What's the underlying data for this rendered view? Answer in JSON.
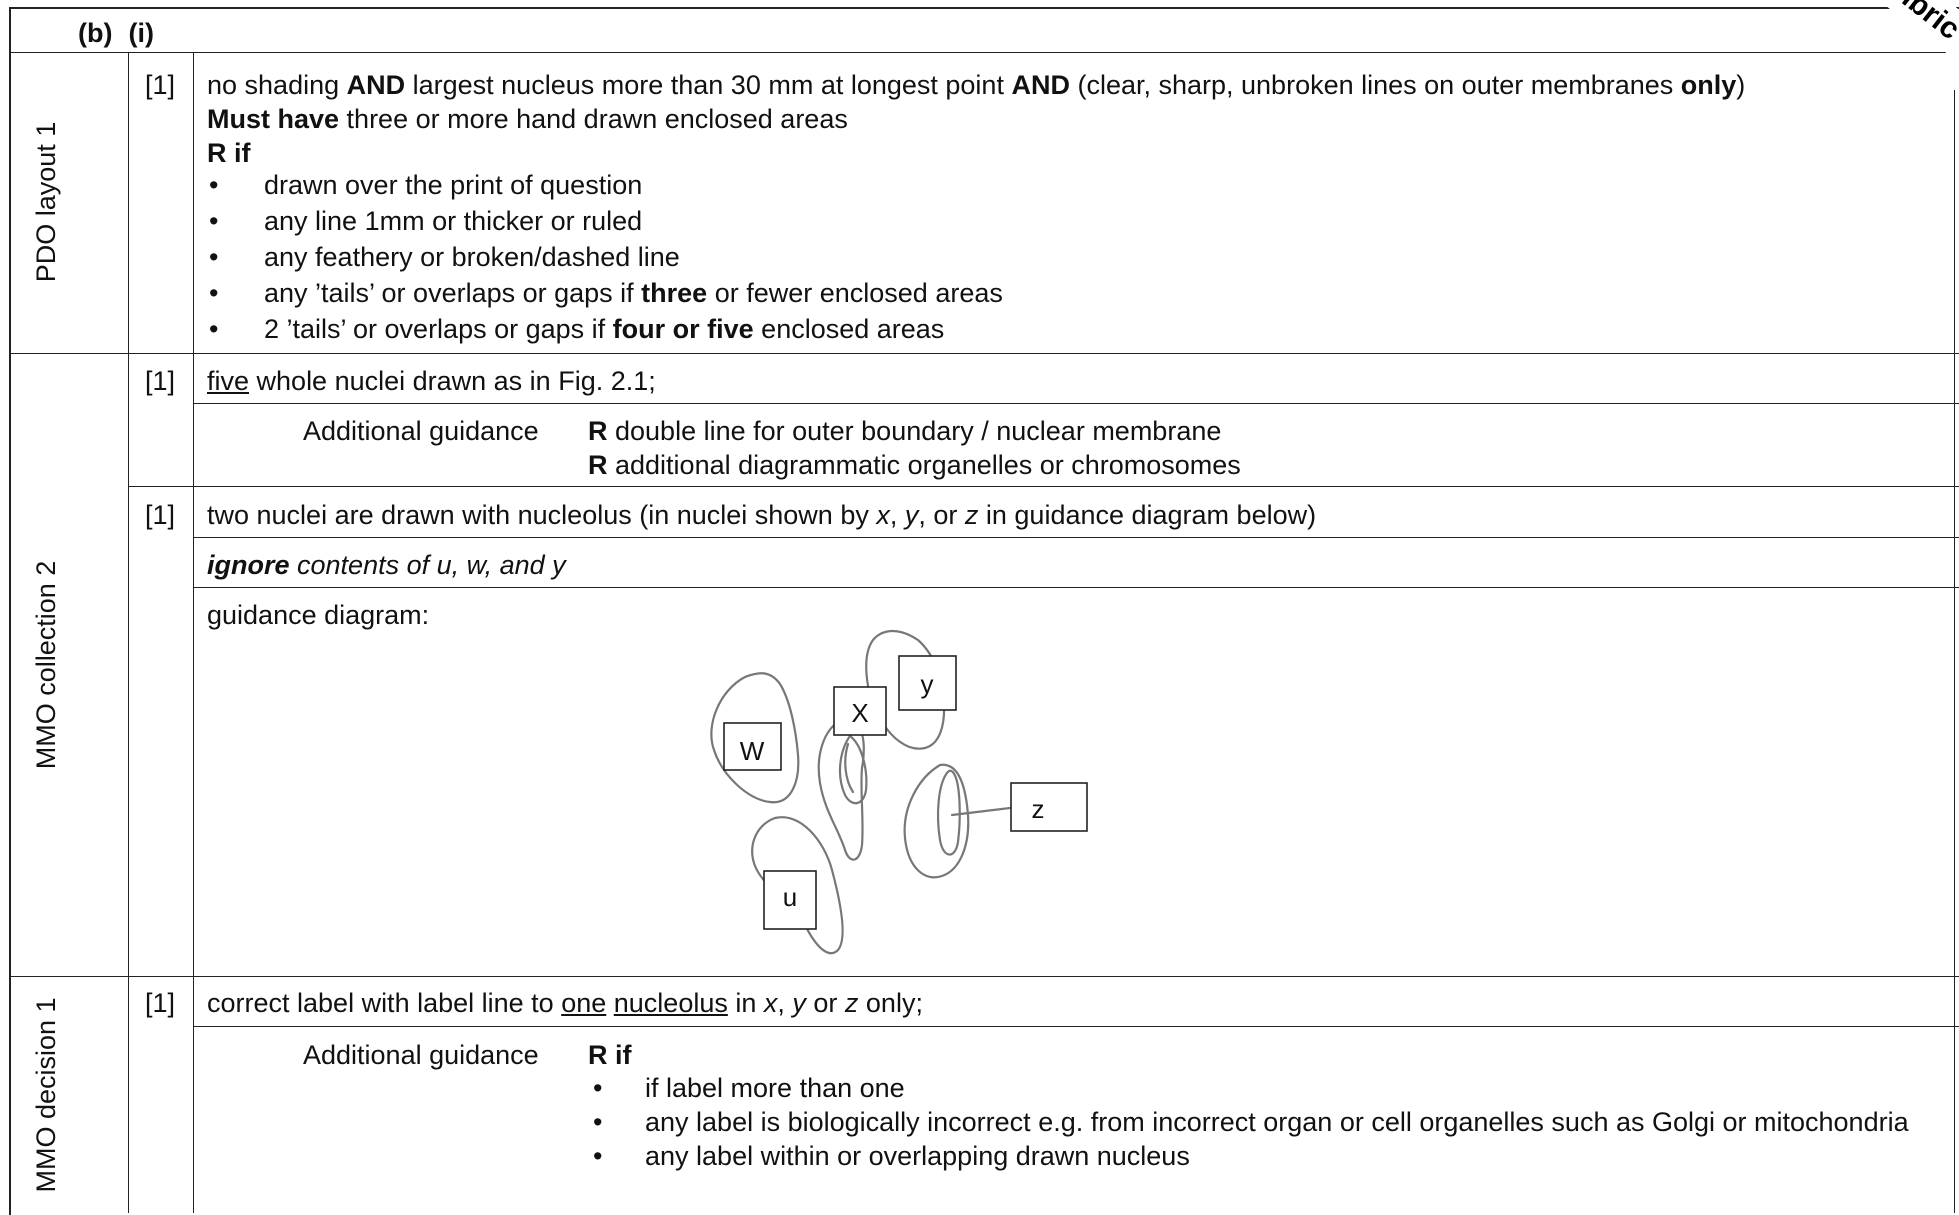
{
  "question_header": {
    "part": "(b)",
    "subpart": "(i)"
  },
  "corner_stamp": "nbric",
  "row_labels": {
    "pdo": "PDO layout 1",
    "mmo_collection": "MMO collection 2",
    "mmo_decision": "MMO decision 1"
  },
  "marks": {
    "m1": "[1]",
    "m2": "[1]",
    "m3": "[1]",
    "m4": "[1]"
  },
  "pdo": {
    "line1": {
      "a": "no shading ",
      "b": "AND",
      "c": " largest nucleus more than 30 mm at longest point ",
      "d": "AND",
      "e": " (clear, sharp, unbroken lines on outer membranes ",
      "f": "only",
      "g": ")"
    },
    "line2": {
      "a": "Must have",
      "b": " three or more hand drawn enclosed areas"
    },
    "line3": "R if",
    "bullets": {
      "b1": "drawn over the print of question",
      "b2": "any line 1mm or thicker or ruled",
      "b3": "any feathery or broken/dashed line",
      "b4": {
        "a": "any ’tails’ or overlaps or gaps if ",
        "b": "three",
        "c": " or fewer enclosed areas"
      },
      "b5": {
        "a": "2 ’tails’ or overlaps or gaps if ",
        "b": "four or five",
        "c": " enclosed areas"
      }
    }
  },
  "collection": {
    "point1": {
      "a": "five",
      "b": " whole nuclei drawn as in Fig. 2.1;"
    },
    "guidance1": {
      "label": "Additional guidance",
      "line1": {
        "r": "R",
        "text": " double line for outer boundary / nuclear membrane"
      },
      "line2": {
        "r": "R",
        "text": " additional diagrammatic organelles or chromosomes"
      }
    },
    "point2": {
      "a": "two nuclei are drawn with nucleolus (in nuclei shown by ",
      "x": "x",
      "c1": ", ",
      "y": "y",
      "c2": ", or ",
      "z": "z",
      "e": " in guidance diagram below)"
    },
    "ignore": {
      "a": "ignore",
      "b": " contents of u, w, and y"
    },
    "diagram_title": "guidance diagram:",
    "diagram_labels": {
      "w": "W",
      "x": "X",
      "y": "y",
      "z": "z",
      "u": "u"
    }
  },
  "decision": {
    "point": {
      "a": "correct label with label line to ",
      "b": "one",
      "c": " ",
      "d": "nucleolus",
      "e": " in ",
      "x": "x",
      "c1": ", ",
      "y": "y",
      "c2": " or ",
      "z": "z",
      "f": " only;"
    },
    "guidance": {
      "label": "Additional guidance",
      "rif": "R if",
      "b1": "if label more than one",
      "b2": "any label is biologically incorrect e.g. from incorrect organ or cell organelles such as Golgi or mitochondria",
      "b3": "any label within or overlapping drawn nucleus"
    }
  }
}
